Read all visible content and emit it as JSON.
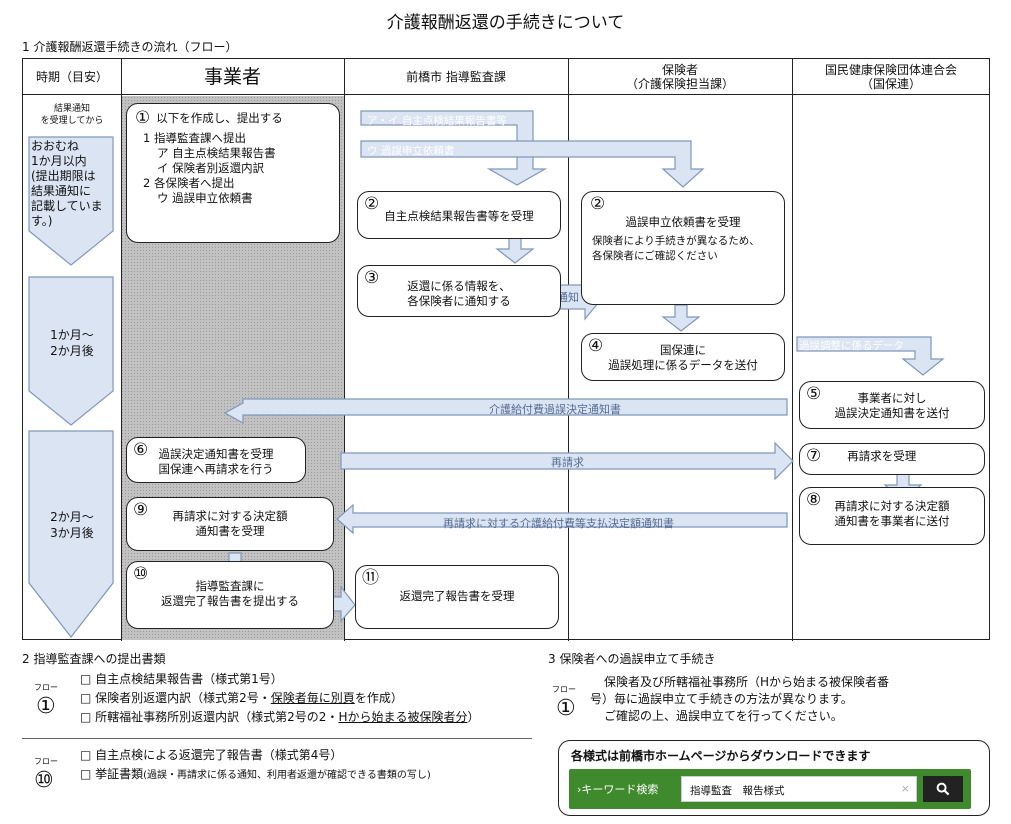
{
  "title": "介護報酬返還の手続きについて",
  "section1": "1 介護報酬返還手続きの流れ（フロー）",
  "columns": {
    "period": "時期（目安）",
    "business": "事業者",
    "city": "前橋市 指導監査課",
    "insurer_1": "保険者",
    "insurer_2": "（介護保険担当課）",
    "kokuho_1": "国民健康保険団体連合会",
    "kokuho_2": "（国保連）"
  },
  "timeline": {
    "note_1": "結果通知",
    "note_2": "を受理してから",
    "p1_1": "おおむね",
    "p1_2": "1か月以内",
    "p1_3": "(提出期限は",
    "p1_4": "結果通知に",
    "p1_5": "記載していま",
    "p1_6": "す。)",
    "p2_1": "1か月～",
    "p2_2": "2か月後",
    "p3_1": "2か月～",
    "p3_2": "3か月後"
  },
  "steps": {
    "s1": {
      "num": "①",
      "l1": "以下を作成し、提出する",
      "l2": "1 指導監査課へ提出",
      "l3": "ア 自主点検結果報告書",
      "l4": "イ 保険者別返還内訳",
      "l5": "2 各保険者へ提出",
      "l6": "ウ 過誤申立依頼書"
    },
    "s2a": {
      "num": "②",
      "text": "自主点検結果報告書等を受理"
    },
    "s2b": {
      "num": "②",
      "l1": "過誤申立依頼書を受理",
      "l2": "保険者により手続きが異なるため、",
      "l3": "各保険者にご確認ください"
    },
    "s3": {
      "num": "③",
      "l1": "返還に係る情報を、",
      "l2": "各保険者に通知する"
    },
    "s4": {
      "num": "④",
      "l1": "国保連に",
      "l2": "過誤処理に係るデータを送付"
    },
    "s5": {
      "num": "⑤",
      "l1": "事業者に対し",
      "l2": "過誤決定通知書を送付"
    },
    "s6": {
      "num": "⑥",
      "l1": "過誤決定通知書を受理",
      "l2": "国保連へ再請求を行う"
    },
    "s7": {
      "num": "⑦",
      "text": "再請求を受理"
    },
    "s8": {
      "num": "⑧",
      "l1": "再請求に対する決定額",
      "l2": "通知書を事業者に送付"
    },
    "s9": {
      "num": "⑨",
      "l1": "再請求に対する決定額",
      "l2": "通知書を受理"
    },
    "s10": {
      "num": "⑩",
      "l1": "指導監査課に",
      "l2": "返還完了報告書を提出する"
    },
    "s11": {
      "num": "⑪",
      "text": "返還完了報告書を受理"
    }
  },
  "arrows": {
    "a1": "ア・イ 自主点検結果報告書等",
    "a2": "ウ 過誤申立依頼書",
    "notify": "通知",
    "kago_data": "過誤調整に係るデータ",
    "decision": "介護給付費過誤決定通知書",
    "resubmit": "再請求",
    "payment": "再請求に対する介護給付費等支払決定額通知書"
  },
  "section2": {
    "title": "2 指導監査課への提出書類",
    "flow_label": "フロー",
    "g1_num": "①",
    "item1": "□ 自主点検結果報告書（様式第1号）",
    "item2_a": "□ 保険者別返還内訳（様式第2号・",
    "item2_b": "保険者毎に別頁",
    "item2_c": "を作成）",
    "item3_a": "□ 所轄福祉事務所別返還内訳（様式第2号の2・",
    "item3_b": "Hから始まる被保険者分",
    "item3_c": "）",
    "g2_num": "⑩",
    "item4": "□ 自主点検による返還完了報告書（様式第4号）",
    "item5_a": "□ 挙証書類",
    "item5_b": "(過誤・再請求に係る通知、利用者返還が確認できる書類の写し)"
  },
  "section3": {
    "title": "3 保険者への過誤申立て手続き",
    "flow_label": "フロー",
    "num": "①",
    "l1": "保険者及び所轄福祉事務所（Hから始まる被保険者番",
    "l2": "号）毎に過誤申立て手続きの方法が異なります。",
    "l3": "ご確認の上、過誤申立てを行ってください。"
  },
  "download": {
    "title": "各様式は前橋市ホームページからダウンロードできます",
    "search_label": "キーワード検索",
    "search_value": "指導監査　報告様式",
    "clear": "×",
    "search_button_icon": "search-icon"
  },
  "colors": {
    "arrow_fill": "#dbe4f2",
    "arrow_stroke": "#7f97bb",
    "arrow_text": "#556d92",
    "green": "#3f8a2c"
  }
}
